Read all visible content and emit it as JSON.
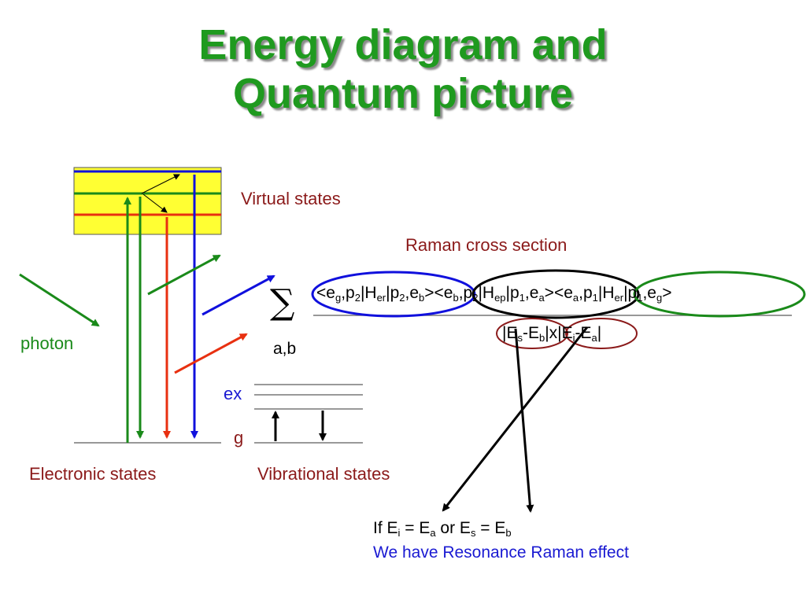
{
  "title": {
    "line1": "Energy diagram and",
    "line2": "Quantum picture"
  },
  "labels": {
    "virtual_states": "Virtual states",
    "photon": "photon",
    "electronic_states": "Electronic states",
    "vibrational_states": "Vibrational states",
    "raman_cross_section": "Raman cross section",
    "ex": "ex",
    "g": "g",
    "sigma": "∑",
    "sigma_sub": "a,b"
  },
  "numerator": {
    "term1": {
      "a": "<e",
      "a_sub": "g",
      "b": ",p",
      "b_sub": "2",
      "c": "|H",
      "c_sub": "er",
      "d": "|p",
      "d_sub": "2",
      "e": ",e",
      "e_sub": "b",
      "f": ">"
    },
    "term2": {
      "a": "<e",
      "a_sub": "b",
      "b": ",p",
      "b_sub": "2",
      "c": "|H",
      "c_sub": "ep",
      "d": "|p",
      "d_sub": "1",
      "e": ",e",
      "e_sub": "a",
      "f": ">"
    },
    "term3": {
      "a": "<e",
      "a_sub": "a",
      "b": ",p",
      "b_sub": "1",
      "c": "|H",
      "c_sub": "er",
      "d": "|p",
      "d_sub": "1",
      "e": ",e",
      "e_sub": "g",
      "f": ">"
    }
  },
  "denominator": {
    "part1": {
      "a": "|E",
      "a_sub": "s",
      "b": "-E",
      "b_sub": "b",
      "c": "|"
    },
    "times": "x",
    "part2": {
      "a": "|E",
      "a_sub": "i",
      "b": "-E",
      "b_sub": "a",
      "c": "|"
    }
  },
  "condition": {
    "a": "If E",
    "a_sub": "i",
    "b": " = E",
    "b_sub": "a",
    "c": " or E",
    "c_sub": "s",
    "d": " = E",
    "d_sub": "b"
  },
  "conclusion": "We have Resonance Raman effect",
  "colors": {
    "title_green": "#1f9a1f",
    "virtual_box_yellow": "#ffff33",
    "green_line": "#1a8a1a",
    "red_line": "#e83010",
    "blue_line": "#1010dd",
    "dark_red_text": "#8b1a1a"
  }
}
